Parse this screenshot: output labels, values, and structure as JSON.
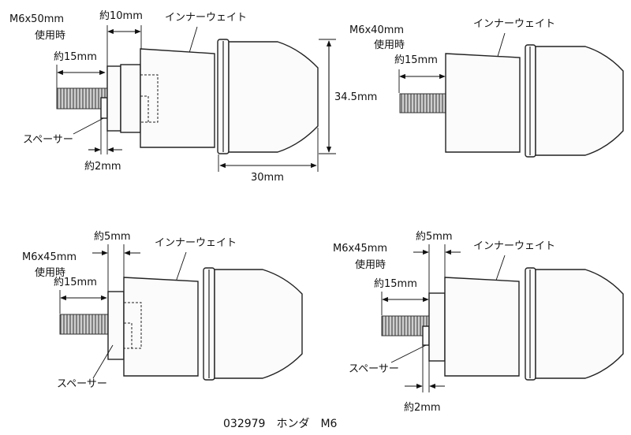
{
  "caption": "032979　ホンダ　M6",
  "labels": {
    "inner_weight": "インナーウェイト",
    "spacer": "スペーサー",
    "in_use": "使用時",
    "height": "34.5mm",
    "length": "30mm"
  },
  "panels": {
    "top_left": {
      "bolt": "M6x50mm",
      "dim_top": "約10mm",
      "dim_thread": "約15mm",
      "dim_spacer": "約2mm"
    },
    "top_right": {
      "bolt": "M6x40mm",
      "dim_thread": "約15mm"
    },
    "bottom_left": {
      "bolt": "M6x45mm",
      "dim_top": "約5mm",
      "dim_thread": "約15mm"
    },
    "bottom_right": {
      "bolt": "M6x45mm",
      "dim_top": "約5mm",
      "dim_thread": "約15mm",
      "dim_spacer": "約2mm"
    }
  },
  "colors": {
    "line": "#222222",
    "fill": "#fbfbfb",
    "thread": "#6a6a6a"
  }
}
